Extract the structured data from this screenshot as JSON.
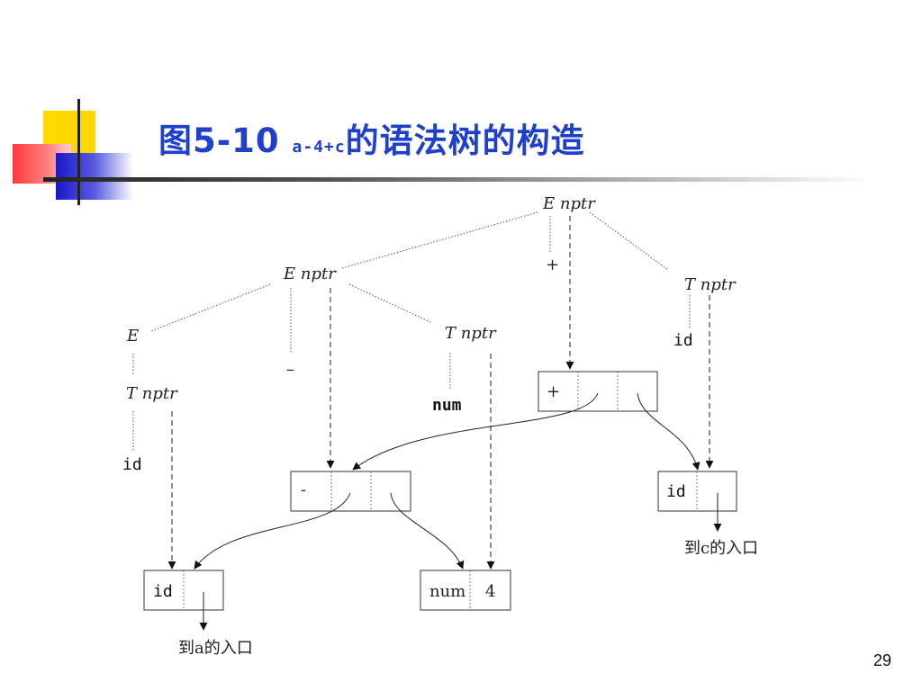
{
  "slide": {
    "title_prefix": "图5-10 ",
    "title_expr": "a-4+c",
    "title_suffix": "的语法树的构造",
    "page_number": "29"
  },
  "tree_labels": {
    "root": "E nptr",
    "plus_sign": "+",
    "left_e": "E nptr",
    "right_t": "T nptr",
    "e_leaf": "E",
    "minus_sign": "–",
    "mid_t": "T nptr",
    "left_t": "T nptr",
    "id_right": "id",
    "num_leaf": "num",
    "id_left": "id"
  },
  "nodes": {
    "plus_node_label": "+",
    "minus_node_label": "-",
    "id_c_label": "id",
    "id_a_label": "id",
    "num_label": "num",
    "num_value": "4"
  },
  "captions": {
    "entry_c": "到c的入口",
    "entry_a": "到a的入口"
  }
}
